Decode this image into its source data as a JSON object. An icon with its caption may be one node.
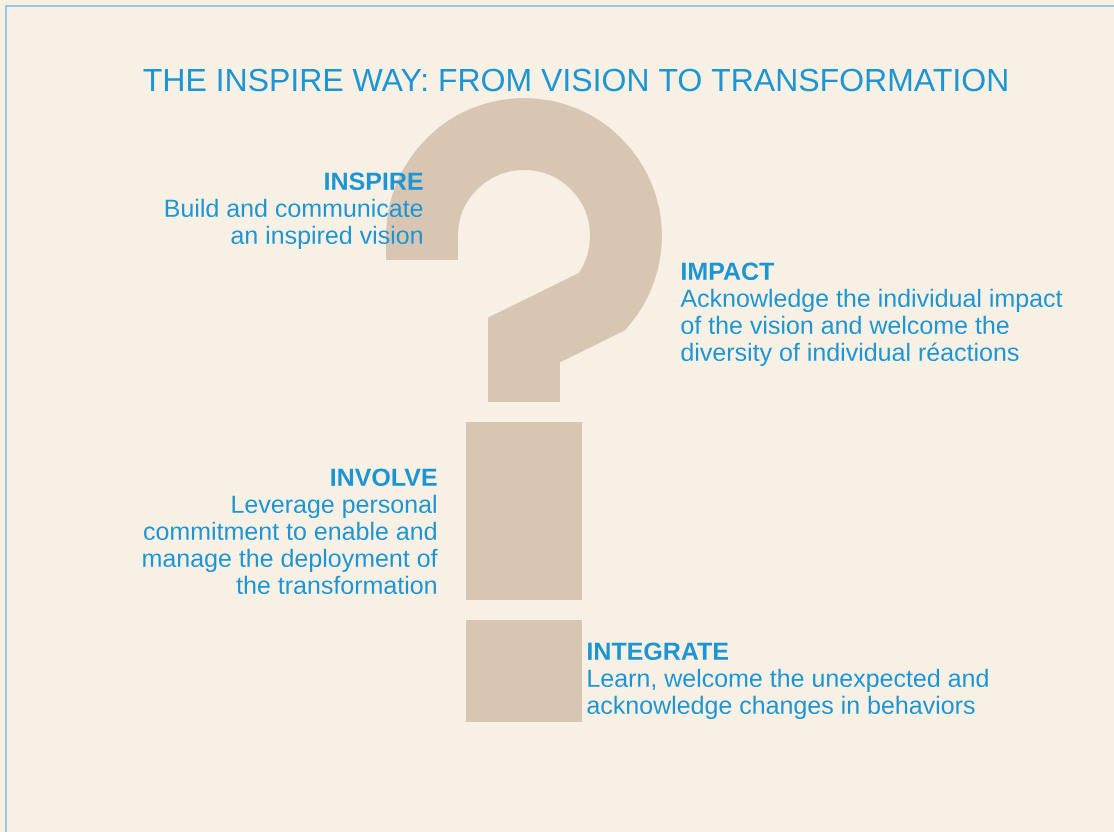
{
  "diagram": {
    "title": "THE INSPIRE WAY: FROM VISION TO TRANSFORMATION",
    "nodes": [
      {
        "text": [
          "INSPIRE",
          "Build and communicate an inspired vision"
        ]
      },
      {
        "text": [
          "IMPACT",
          "Acknowledge the individual impact of the vision and welcome the diversity of individual réactions"
        ]
      },
      {
        "text": [
          "INVOLVE",
          "Leverage personal commitment to enable and manage the deployment of the transformation"
        ]
      },
      {
        "text": [
          "INTEGRATE",
          "Learn, welcome the unexpected and acknowledge changes in behaviors"
        ]
      }
    ]
  }
}
